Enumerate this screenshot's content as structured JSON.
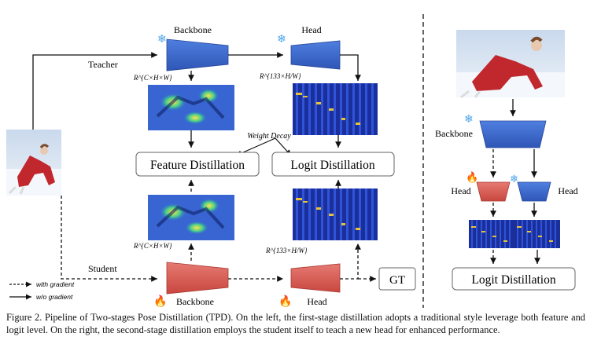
{
  "figure": {
    "left": {
      "teacher_label": "Teacher",
      "student_label": "Student",
      "backbone_top": "Backbone",
      "head_top": "Head",
      "backbone_bottom": "Backbone",
      "head_bottom": "Head",
      "math_feat_top": "R^{C×H×W}",
      "math_logit_top": "R^{133×H/W}",
      "math_feat_bottom": "R^{C×H×W}",
      "math_logit_bottom": "R^{133×H/W}",
      "weight_decay": "Weight Decay",
      "feature_distillation": "Feature Distillation",
      "logit_distillation": "Logit Distillation",
      "gt": "GT",
      "legend_dashed": "with gradient",
      "legend_solid": "w/o gradient"
    },
    "right": {
      "backbone": "Backbone",
      "head_left": "Head",
      "head_right": "Head",
      "logit_distillation": "Logit Distillation"
    },
    "colors": {
      "frozen_blue": "#3f6fd0",
      "train_red": "#d9605a",
      "heatmap_bg": "#1b2f9c",
      "heatmap_hot": "#e8c33a"
    }
  },
  "caption": "Figure 2. Pipeline of Two-stages Pose Distillation (TPD). On the left, the first-stage distillation adopts a traditional style leverage both feature and logit level. On the right, the second-stage distillation employs the student itself to teach a new head for enhanced performance."
}
